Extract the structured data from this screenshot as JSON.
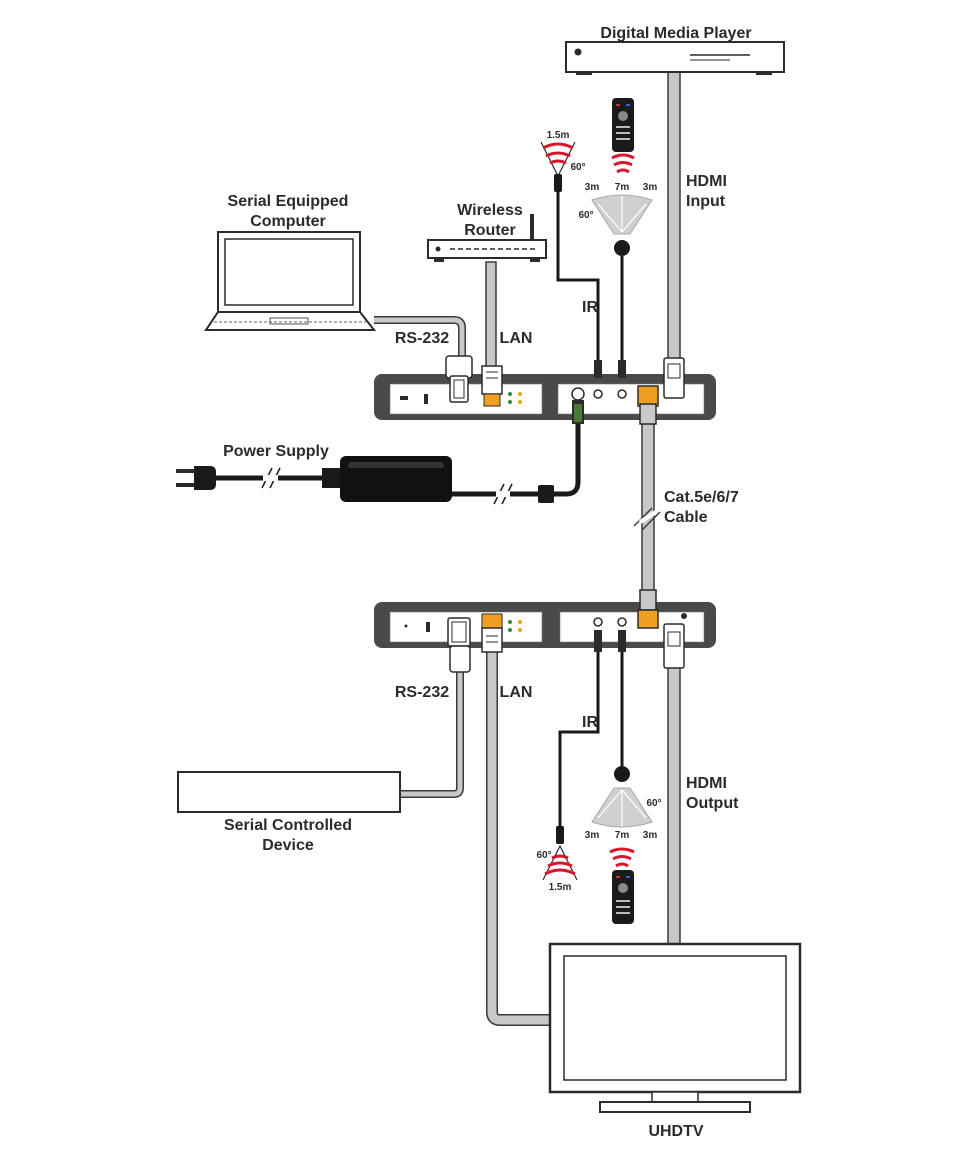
{
  "devices": {
    "media_player": "Digital Media Player",
    "computer_line1": "Serial Equipped",
    "computer_line2": "Computer",
    "router_line1": "Wireless",
    "router_line2": "Router",
    "power_supply": "Power Supply",
    "serial_device_line1": "Serial Controlled",
    "serial_device_line2": "Device",
    "tv": "UHDTV"
  },
  "connections": {
    "rs232_top": "RS-232",
    "lan_top": "LAN",
    "ir_top": "IR",
    "hdmi_input_line1": "HDMI",
    "hdmi_input_line2": "Input",
    "cable_line1": "Cat.5e/6/7",
    "cable_line2": "Cable",
    "rs232_bottom": "RS-232",
    "lan_bottom": "LAN",
    "ir_bottom": "IR",
    "hdmi_output_line1": "HDMI",
    "hdmi_output_line2": "Output"
  },
  "ir_specs": {
    "blaster_range": "1.5m",
    "blaster_angle": "60°",
    "receiver_left": "3m",
    "receiver_center": "7m",
    "receiver_right": "3m",
    "receiver_angle": "60°"
  },
  "colors": {
    "cable_fill": "#c8c8c8",
    "cable_stroke": "#3a3a3a",
    "device_body": "#4a4a4a",
    "ir_signal": "#d7182a"
  }
}
